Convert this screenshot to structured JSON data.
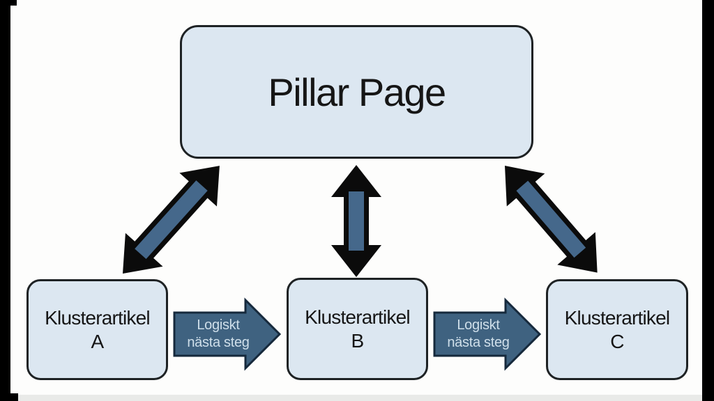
{
  "diagram": {
    "title_node": {
      "label": "Pillar Page"
    },
    "clusters": [
      {
        "title": "Klusterartikel",
        "letter": "A"
      },
      {
        "title": "Klusterartikel",
        "letter": "B"
      },
      {
        "title": "Klusterartikel",
        "letter": "C"
      }
    ],
    "step_arrows": [
      {
        "line1": "Logiskt",
        "line2": "nästa steg"
      },
      {
        "line1": "Logiskt",
        "line2": "nästa steg"
      }
    ],
    "connections": [
      {
        "from": "Pillar Page",
        "to": "Klusterartikel A",
        "type": "bidirectional"
      },
      {
        "from": "Pillar Page",
        "to": "Klusterartikel B",
        "type": "bidirectional"
      },
      {
        "from": "Pillar Page",
        "to": "Klusterartikel C",
        "type": "bidirectional"
      },
      {
        "from": "Klusterartikel A",
        "to": "Klusterartikel B",
        "type": "next-step"
      },
      {
        "from": "Klusterartikel B",
        "to": "Klusterartikel C",
        "type": "next-step"
      }
    ],
    "colors": {
      "background": "#fdfdfc",
      "node_fill": "#dce7f1",
      "node_border": "#1e2224",
      "node_text": "#161616",
      "step_arrow_fill": "#3f6280",
      "step_arrow_border": "#16293c",
      "step_arrow_text": "#cfdfea",
      "double_arrow_black": "#0b0b0b",
      "double_arrow_stripe": "#45688b",
      "frame_bars": "#000000"
    }
  }
}
